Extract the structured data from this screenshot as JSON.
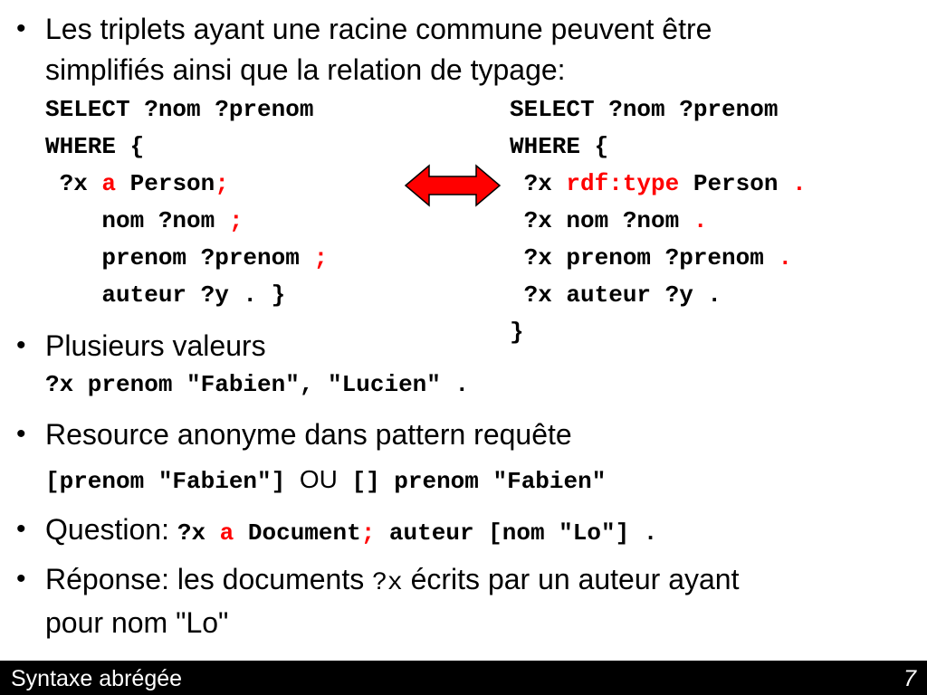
{
  "slide": {
    "bullet_char": "•",
    "b1_line1": "Les triplets ayant une racine commune peuvent être",
    "b1_line2": "simplifiés ainsi que la relation de typage:",
    "left_query": {
      "l1": "SELECT ?nom ?prenom",
      "l2": "WHERE {",
      "l3_a": " ?x ",
      "l3_b": "a",
      "l3_c": " Person",
      "l3_d": ";",
      "l4_a": "    nom ?nom ",
      "l4_b": ";",
      "l5_a": "    prenom ?prenom ",
      "l5_b": ";",
      "l6": "    auteur ?y . }"
    },
    "right_query": {
      "l1": "SELECT ?nom ?prenom",
      "l2": "WHERE {",
      "l3_a": " ?x ",
      "l3_b": "rdf:type",
      "l3_c": " Person ",
      "l3_d": ".",
      "l4_a": " ?x nom ?nom ",
      "l4_b": ".",
      "l5_a": " ?x prenom ?prenom ",
      "l5_b": ".",
      "l6": " ?x auteur ?y .",
      "l7": "}"
    },
    "b2_text": "Plusieurs valeurs",
    "b2_code": "?x prenom \"Fabien\", \"Lucien\" .",
    "b3_text": "Resource anonyme dans pattern requête",
    "b3_code_a": "[prenom \"Fabien\"] ",
    "b3_code_ou": "OU",
    "b3_code_b": " [] prenom \"Fabien\"",
    "b4_text": "Question: ",
    "b4_code_a": "?x ",
    "b4_code_b": "a",
    "b4_code_c": " Document",
    "b4_code_d": ";",
    "b4_code_e": " auteur [nom \"Lo\"] .",
    "b5_text_a": "Réponse: les documents ",
    "b5_code": "?x",
    "b5_text_b": " écrits par un auteur ayant",
    "b5_line2": "pour nom \"Lo\""
  },
  "footer": {
    "title": "Syntaxe abrégée",
    "page": "7"
  },
  "colors": {
    "accent_red": "#ff0000",
    "footer_bg": "#000000"
  },
  "icons": {
    "arrow": "double-headed-arrow-icon"
  }
}
